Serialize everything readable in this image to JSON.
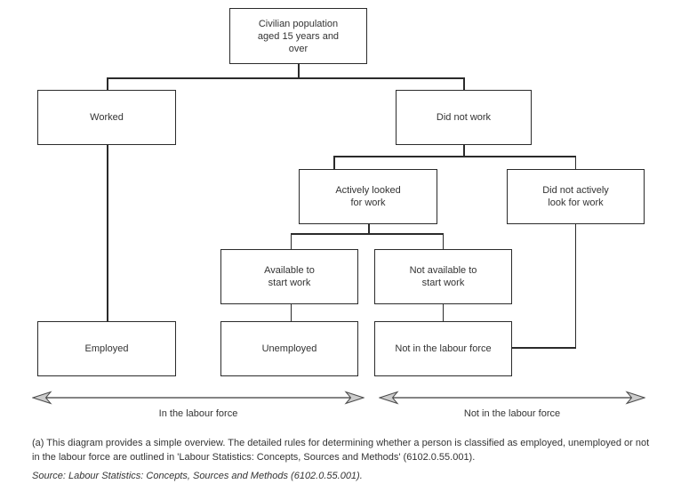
{
  "diagram": {
    "nodes": {
      "civilian_population": {
        "label": "Civilian population\naged 15 years and\nover"
      },
      "worked": {
        "label": "Worked"
      },
      "did_not_work": {
        "label": "Did not work"
      },
      "actively_looked": {
        "label": "Actively looked\nfor work"
      },
      "did_not_actively_look": {
        "label": "Did not actively\nlook for work"
      },
      "available_to_start": {
        "label": "Available to\nstart work"
      },
      "not_available_to_start": {
        "label": "Not available to\nstart work"
      },
      "employed": {
        "label": "Employed"
      },
      "unemployed": {
        "label": "Unemployed"
      },
      "not_in_labour_force": {
        "label": "Not in the labour force"
      }
    },
    "edges": [
      {
        "from": "civilian_population",
        "to": "worked"
      },
      {
        "from": "civilian_population",
        "to": "did_not_work"
      },
      {
        "from": "worked",
        "to": "employed"
      },
      {
        "from": "did_not_work",
        "to": "actively_looked"
      },
      {
        "from": "did_not_work",
        "to": "did_not_actively_look"
      },
      {
        "from": "actively_looked",
        "to": "available_to_start"
      },
      {
        "from": "actively_looked",
        "to": "not_available_to_start"
      },
      {
        "from": "available_to_start",
        "to": "unemployed"
      },
      {
        "from": "not_available_to_start",
        "to": "not_in_labour_force"
      },
      {
        "from": "did_not_actively_look",
        "to": "not_in_labour_force"
      }
    ],
    "spans": {
      "in_labour_force": {
        "label": "In the labour force",
        "covers": [
          "employed",
          "unemployed"
        ]
      },
      "not_in_labour_force": {
        "label": "Not in the labour force",
        "covers": [
          "not_in_labour_force"
        ]
      }
    },
    "colors": {
      "line": "#2b2b2b",
      "text": "#333333",
      "arrowhead_fill": "#cccccc"
    }
  },
  "footnote": "(a) This diagram provides a simple overview. The detailed rules for determining whether a person is classified as employed, unemployed or not in the labour force are outlined in 'Labour Statistics: Concepts, Sources and Methods' (6102.0.55.001).",
  "source": "Source: Labour Statistics: Concepts, Sources and Methods (6102.0.55.001)."
}
